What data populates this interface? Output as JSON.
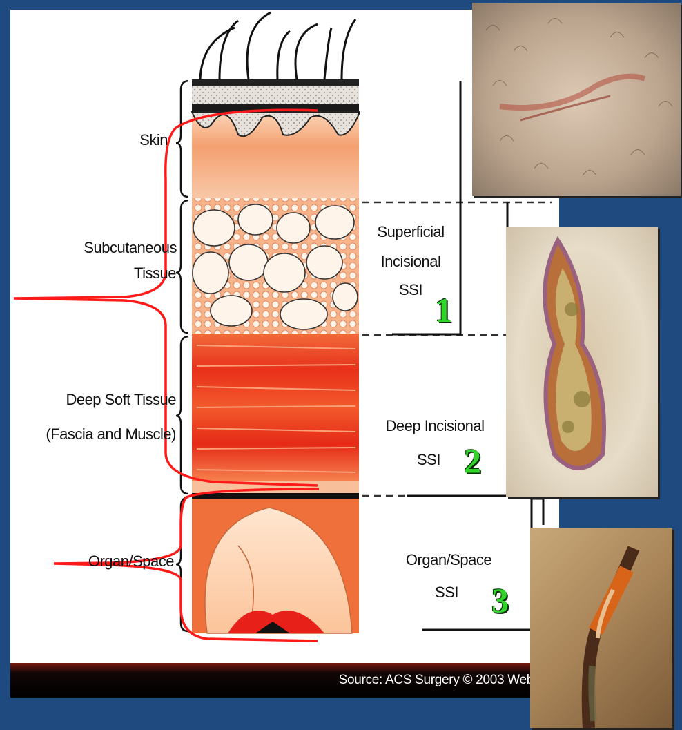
{
  "layers": {
    "skin": "Skin",
    "subcutaneous_line1": "Subcutaneous",
    "subcutaneous_line2": "Tissue",
    "deep_line1": "Deep Soft Tissue",
    "deep_line2": "(Fascia and Muscle)",
    "organ": "Organ/Space"
  },
  "ssi": {
    "superficial_line1": "Superficial",
    "superficial_line2": "Incisional",
    "superficial_line3": "SSI",
    "deep_line1": "Deep Incisional",
    "deep_line2": "SSI",
    "organ_line1": "Organ/Space",
    "organ_line2": "SSI"
  },
  "numbers": {
    "n1": "1",
    "n2": "2",
    "n3": "3"
  },
  "source": "Source: ACS Surgery © 2003 WebMD",
  "colors": {
    "background": "#1f4a7f",
    "number_green": "#31d42a",
    "bracket_red": "#ff1a1a"
  }
}
